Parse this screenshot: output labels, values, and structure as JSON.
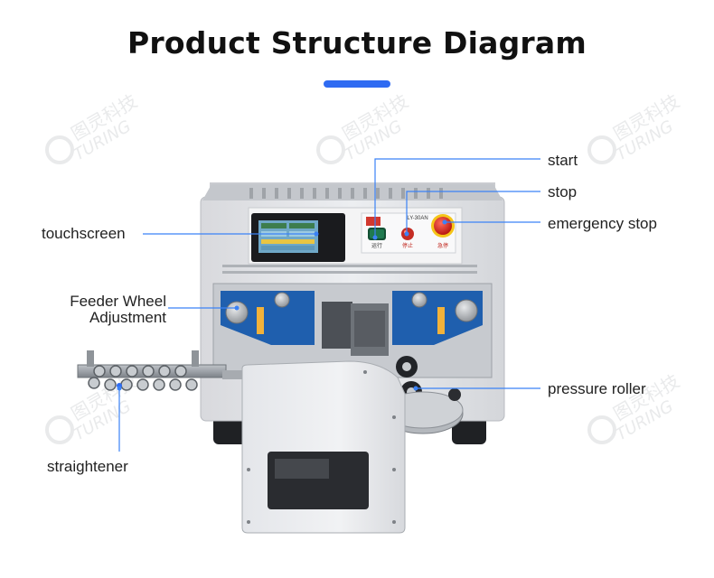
{
  "title": "Product Structure Diagram",
  "accent_color": "#2f6bf2",
  "line_color": "#3b82f6",
  "watermark": {
    "cn": "图灵科技",
    "en": "TURING"
  },
  "machine": {
    "panel_model": "LY-30AN",
    "button_labels": [
      "运行",
      "停止",
      "急停"
    ]
  },
  "callouts": {
    "start": "start",
    "stop": "stop",
    "emergency_stop": "emergency stop",
    "touchscreen": "touchscreen",
    "feeder_line1": "Feeder Wheel",
    "feeder_line2": "Adjustment",
    "pressure_roller": "pressure roller",
    "straightener": "straightener"
  }
}
